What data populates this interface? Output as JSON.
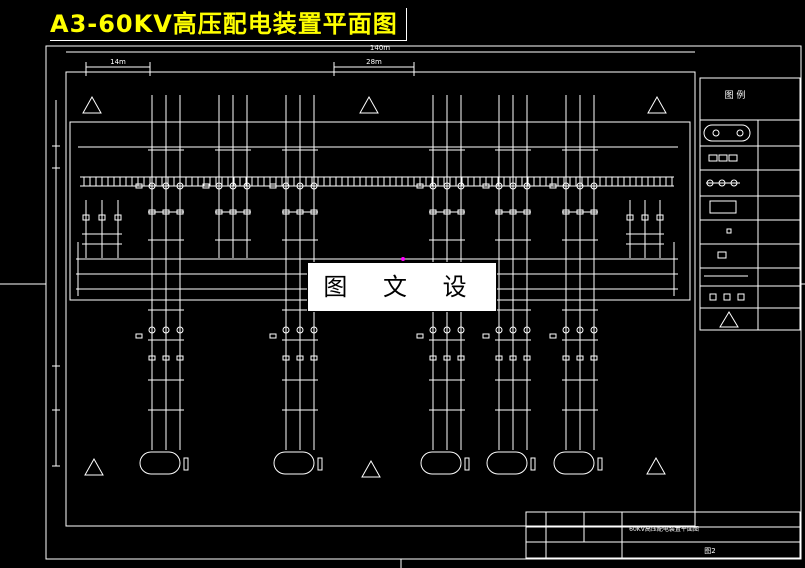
{
  "title": "A3-60KV高压配电装置平面图",
  "watermark": "图 文 设 计",
  "legend": {
    "heading": "图 例"
  },
  "title_block": {
    "drawing_name": "60KV高压配电装置平面图",
    "sheet_no": "图2"
  },
  "dimensions": {
    "overall": "140m",
    "left_span": "14m",
    "mid_span": "28m"
  },
  "colors": {
    "background": "#000000",
    "lines": "#ffffff",
    "title": "#ffff00",
    "marker": "#ff00ff"
  }
}
